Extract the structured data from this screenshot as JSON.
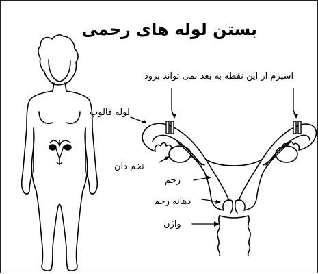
{
  "diagram": {
    "title": "بستن لوله های رحمی",
    "labels": {
      "sperm_note": "اسپرم از این نقطه به بعد نمی تواند برود",
      "fallopian_tube": "لوله فالوپ",
      "ovary": "تخم دان",
      "uterus": "رحم",
      "cervix": "دهانه رحم",
      "vagina": "واژن"
    }
  }
}
